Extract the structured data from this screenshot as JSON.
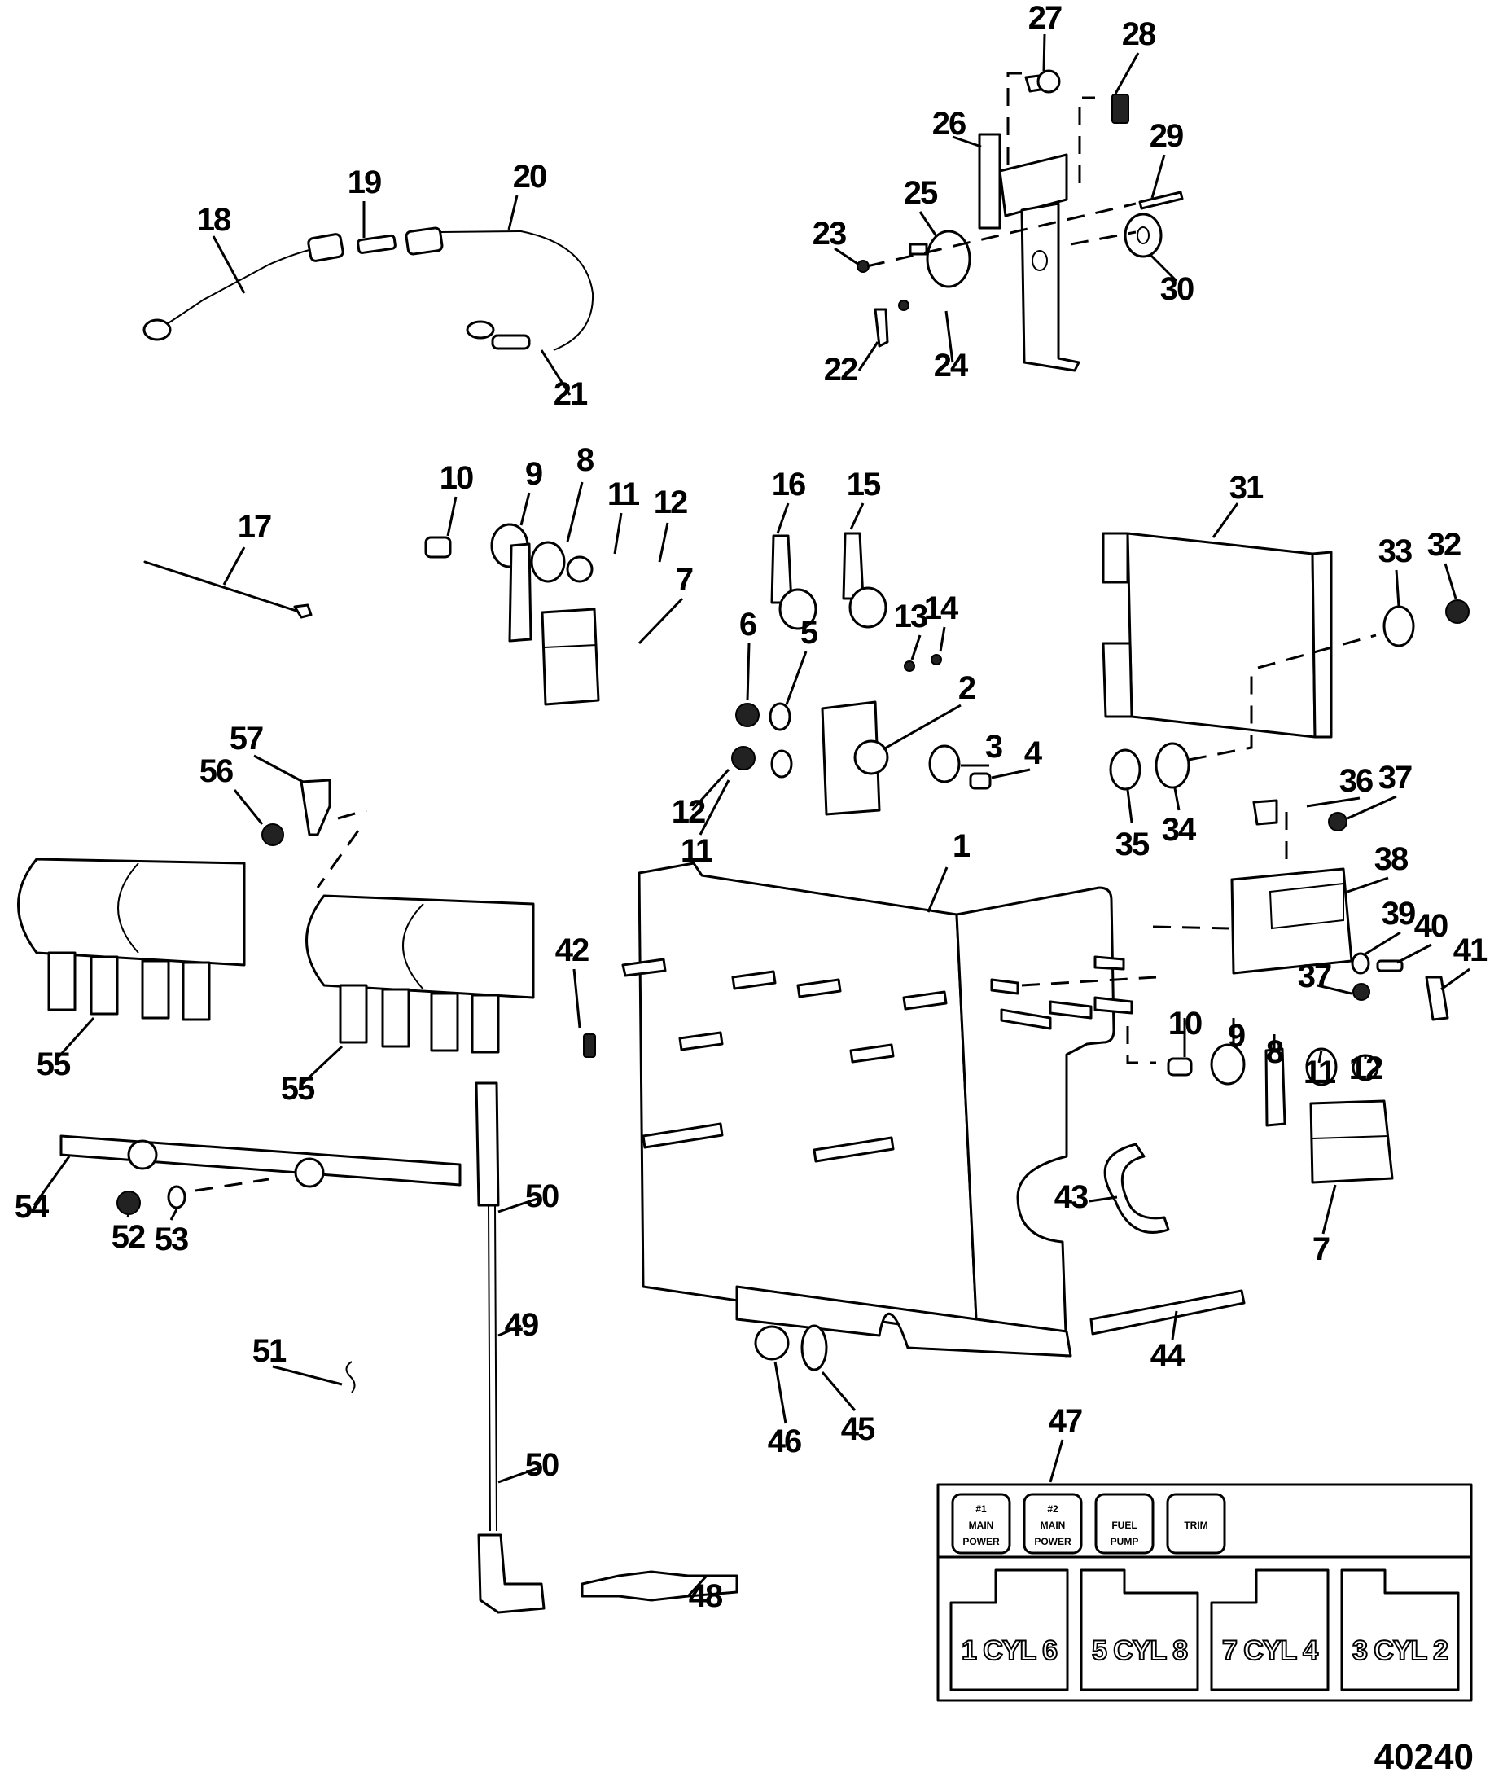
{
  "figure_number": "40240",
  "callouts": [
    {
      "id": "c1",
      "label": "1"
    },
    {
      "id": "c2",
      "label": "2"
    },
    {
      "id": "c3",
      "label": "3"
    },
    {
      "id": "c4",
      "label": "4"
    },
    {
      "id": "c5",
      "label": "5"
    },
    {
      "id": "c6",
      "label": "6"
    },
    {
      "id": "c7a",
      "label": "7"
    },
    {
      "id": "c7b",
      "label": "7"
    },
    {
      "id": "c8a",
      "label": "8"
    },
    {
      "id": "c8b",
      "label": "8"
    },
    {
      "id": "c9a",
      "label": "9"
    },
    {
      "id": "c9b",
      "label": "9"
    },
    {
      "id": "c10a",
      "label": "10"
    },
    {
      "id": "c10b",
      "label": "10"
    },
    {
      "id": "c11a",
      "label": "11"
    },
    {
      "id": "c11b",
      "label": "11"
    },
    {
      "id": "c11c",
      "label": "11"
    },
    {
      "id": "c12a",
      "label": "12"
    },
    {
      "id": "c12b",
      "label": "12"
    },
    {
      "id": "c12c",
      "label": "12"
    },
    {
      "id": "c13",
      "label": "13"
    },
    {
      "id": "c14",
      "label": "14"
    },
    {
      "id": "c15",
      "label": "15"
    },
    {
      "id": "c16",
      "label": "16"
    },
    {
      "id": "c17",
      "label": "17"
    },
    {
      "id": "c18",
      "label": "18"
    },
    {
      "id": "c19",
      "label": "19"
    },
    {
      "id": "c20",
      "label": "20"
    },
    {
      "id": "c21",
      "label": "21"
    },
    {
      "id": "c22",
      "label": "22"
    },
    {
      "id": "c23",
      "label": "23"
    },
    {
      "id": "c24",
      "label": "24"
    },
    {
      "id": "c25",
      "label": "25"
    },
    {
      "id": "c26",
      "label": "26"
    },
    {
      "id": "c27",
      "label": "27"
    },
    {
      "id": "c28",
      "label": "28"
    },
    {
      "id": "c29",
      "label": "29"
    },
    {
      "id": "c30",
      "label": "30"
    },
    {
      "id": "c31",
      "label": "31"
    },
    {
      "id": "c32",
      "label": "32"
    },
    {
      "id": "c33",
      "label": "33"
    },
    {
      "id": "c34",
      "label": "34"
    },
    {
      "id": "c35",
      "label": "35"
    },
    {
      "id": "c36",
      "label": "36"
    },
    {
      "id": "c37a",
      "label": "37"
    },
    {
      "id": "c37b",
      "label": "37"
    },
    {
      "id": "c38",
      "label": "38"
    },
    {
      "id": "c39",
      "label": "39"
    },
    {
      "id": "c40",
      "label": "40"
    },
    {
      "id": "c41",
      "label": "41"
    },
    {
      "id": "c42",
      "label": "42"
    },
    {
      "id": "c43",
      "label": "43"
    },
    {
      "id": "c44",
      "label": "44"
    },
    {
      "id": "c45",
      "label": "45"
    },
    {
      "id": "c46",
      "label": "46"
    },
    {
      "id": "c47",
      "label": "47"
    },
    {
      "id": "c48",
      "label": "48"
    },
    {
      "id": "c49",
      "label": "49"
    },
    {
      "id": "c50a",
      "label": "50"
    },
    {
      "id": "c50b",
      "label": "50"
    },
    {
      "id": "c51",
      "label": "51"
    },
    {
      "id": "c52",
      "label": "52"
    },
    {
      "id": "c53",
      "label": "53"
    },
    {
      "id": "c54",
      "label": "54"
    },
    {
      "id": "c55a",
      "label": "55"
    },
    {
      "id": "c55b",
      "label": "55"
    },
    {
      "id": "c56",
      "label": "56"
    },
    {
      "id": "c57",
      "label": "57"
    }
  ],
  "decal": {
    "fuse_labels": [
      {
        "line1": "#1",
        "line2": "MAIN",
        "line3": "POWER"
      },
      {
        "line1": "#2",
        "line2": "MAIN",
        "line3": "POWER"
      },
      {
        "line1": "",
        "line2": "FUEL",
        "line3": "PUMP"
      },
      {
        "line1": "",
        "line2": "TRIM",
        "line3": ""
      }
    ],
    "coil_labels": [
      "1 CYL 6",
      "5 CYL 8",
      "7 CYL 4",
      "3 CYL 2"
    ]
  }
}
